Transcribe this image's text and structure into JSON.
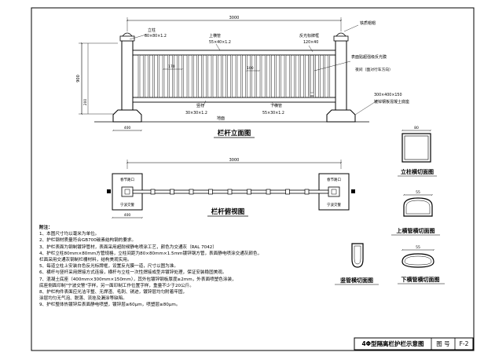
{
  "elevation": {
    "title": "栏杆立面图",
    "dim_total": "3000",
    "dim_height": "900",
    "dim_low": "200",
    "dim_base": "400",
    "dim_gap1": "170",
    "dim_gap2": "100",
    "label_post": "立柱",
    "label_post_spec": "80×80×1.2",
    "label_top_rail": "上横管",
    "label_top_rail_spec": "55×40×1.2",
    "label_reflector": "反光标牌框",
    "label_reflector_spec": "120×40",
    "label_cap": "铁质帽帽",
    "label_film": "表面贴超强级反光膜",
    "label_film_note": "夜间（面对行车方向）",
    "label_baluster": "竖杆",
    "label_baluster_spec": "30×30×1.2",
    "label_bottom_rail": "下横管",
    "label_bottom_rail_spec": "55×30×1.2",
    "label_ground": "地面",
    "label_base": "300×400×150",
    "label_base_note": "镀锌钢板混凝土底座"
  },
  "plan": {
    "title": "栏杆俯视图",
    "dim_total": "3000",
    "dim_base": "400",
    "base_text_top": "春节路口",
    "base_text_bottom": "宁波交警"
  },
  "sections": {
    "post_title": "立柱横切面图",
    "post_dim": "80",
    "top_rail_title": "上横管横切面图",
    "top_rail_dim": "55",
    "baluster_title": "竖管横切面图",
    "bottom_rail_title": "下横管横切面图",
    "bottom_rail_dim": "55"
  },
  "notes": {
    "heading": "附注：",
    "items": [
      "1、本图尺寸均以毫米为单位。",
      "2、护栏钢材质量符合GB700碳素结构钢的要求。",
      "3、护栏表面为钢制镀锌管材，表面采用超耐候静电喷涂工艺，颜色为交通灰（RAL 7042）",
      "4、护栏立柱80mm×80mm方管规格，立柱间距为80×80mm×1.5mm镀锌钢方管，表面静电喷涂交通灰颜色，",
      "   栏面采用交通灰钢制栏栅材料，结构美观实用。",
      "5、每道立柱上安装白色反光标牌框，设置反光膜一道，尺寸以图为准。",
      "6、横杆与竖杆采用焊接方式连接，横杆与立柱一次性焊接成型并镀锌处理，保证安装稳固美观。",
      "7、混凝土底座（400mm×300mm×150mm），其外包镀锌钢板厚度≥2mm，外表面喷塑色涂装，",
      "   底座侧面印制\"宁波交警\"字样，另一面印制工作位置字样，重量不少于20公斤。",
      "8、护栏构件表面应光洁平整、无焊渣、毛刺、锈迹，镀锌层均匀附着牢固，",
      "   涂层均匀无气泡、脱落、流挂及漏涂等缺陷。",
      "9、护栏整体热镀锌后表面静电喷塑，镀锌层≥60μm，喷塑层≥80μm。"
    ]
  },
  "title_block": {
    "drawing_title": "4Φ型隔离栏护栏示意图",
    "sheet_label": "图  号",
    "sheet_no": "F-2"
  }
}
